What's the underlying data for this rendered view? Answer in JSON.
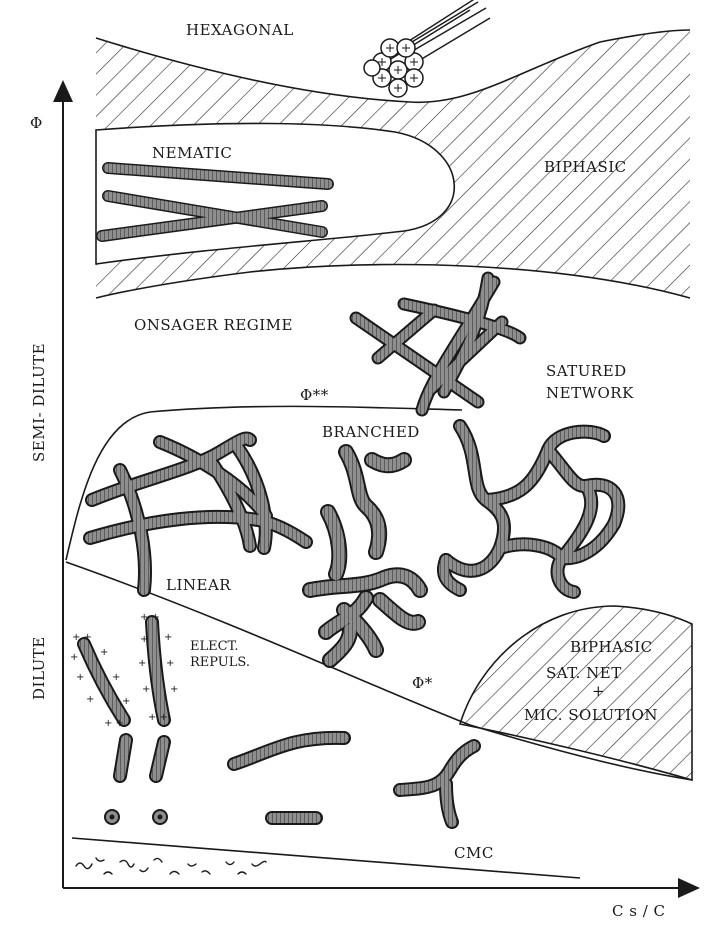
{
  "diagram": {
    "axes": {
      "y_symbol": "Φ",
      "x_label": "C s / C",
      "y_regime_semi_dilute": "SEMI- DILUTE",
      "y_regime_dilute": "DILUTE"
    },
    "regions": {
      "hexagonal": "HEXAGONAL",
      "nematic": "NEMATIC",
      "biphasic_top": "BIPHASIC",
      "onsager": "ONSAGER REGIME",
      "satured_1": "SATURED",
      "satured_2": "NETWORK",
      "branched": "BRANCHED",
      "linear": "LINEAR",
      "elect_1": "ELECT.",
      "elect_2": "REPULS.",
      "biphasic_bottom_1": "BIPHASIC",
      "biphasic_bottom_2": "SAT. NET",
      "biphasic_bottom_plus": "+",
      "biphasic_bottom_3": "MIC. SOLUTION",
      "cmc": "CMC"
    },
    "boundaries": {
      "phi_double_star": "Φ**",
      "phi_star": "Φ*"
    },
    "colors": {
      "ink": "#1a1a1a",
      "micelle_fill": "#9a9a9a",
      "hatch": "#2a2a2a"
    }
  }
}
